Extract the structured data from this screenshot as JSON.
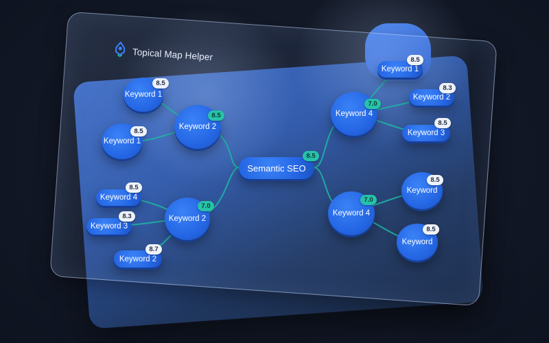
{
  "app": {
    "title": "Topical Map Helper",
    "icon": "rocket-logo-icon"
  },
  "colors": {
    "node": "#2566e4",
    "link": "#1fb5a4",
    "badge_light": "#eef2f8",
    "badge_teal": "#27c2a9",
    "background": "#121826"
  },
  "map": {
    "center": {
      "label": "Semantic SEO",
      "score": "8.5"
    },
    "branches": [
      {
        "label": "Keyword 2",
        "score": "8.5",
        "score_style": "teal",
        "children": [
          {
            "label": "Keyword 1",
            "score": "8.5"
          },
          {
            "label": "Keyword 1",
            "score": "8.5"
          }
        ]
      },
      {
        "label": "Keyword 2",
        "score": "7.0",
        "score_style": "teal",
        "children": [
          {
            "label": "Keyword 4",
            "score": "8.5"
          },
          {
            "label": "Keyword 3",
            "score": "8.3"
          },
          {
            "label": "Keyword 2",
            "score": "8.7"
          }
        ]
      },
      {
        "label": "Keyword 4",
        "score": "7.0",
        "score_style": "teal",
        "children": [
          {
            "label": "Keyword 1",
            "score": "8.5"
          },
          {
            "label": "Keyword 2",
            "score": "8.3"
          },
          {
            "label": "Keyword 3",
            "score": "8.5"
          }
        ]
      },
      {
        "label": "Keyword 4",
        "score": "7.0",
        "score_style": "teal",
        "children": [
          {
            "label": "Keyword",
            "score": "8.5"
          },
          {
            "label": "Keyword",
            "score": "8.5"
          }
        ]
      }
    ]
  }
}
